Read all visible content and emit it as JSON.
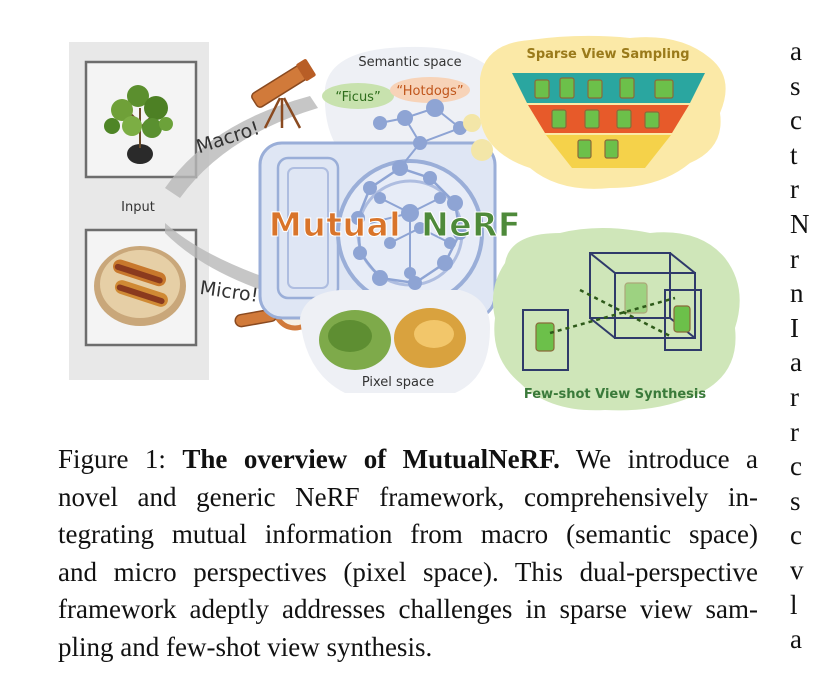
{
  "figure": {
    "input_label": "Input",
    "macro_label": "Macro!",
    "micro_label": "Micro!",
    "semantic_space_label": "Semantic space",
    "pixel_space_label": "Pixel space",
    "ficus_tag": "“Ficus”",
    "hotdogs_tag": "“Hotdogs”",
    "title_part1": "Mutual",
    "title_part2": "NeRF",
    "sparse_view_label": "Sparse View Sampling",
    "few_shot_label": "Few-shot View Synthesis",
    "colors": {
      "orange": "#d9742a",
      "green": "#4e8a3a",
      "blue_robot": "#9aaed8",
      "sparse_bg": "#fbe9a7",
      "fewshot_bg": "#cfe6b9"
    }
  },
  "caption": {
    "prefix": "Figure 1: ",
    "bold": "The overview of MutualNeRF.",
    "line1_rest": " We introduce a",
    "line2": "novel and generic NeRF framework, comprehensively in-",
    "line3": "tegrating mutual information from macro (semantic space)",
    "line4": "and micro perspectives (pixel space). This dual-perspective",
    "line5": "framework adeptly addresses challenges in sparse view sam-",
    "line6": "pling and few-shot view synthesis."
  },
  "right_column": [
    "a",
    "s",
    "c",
    "t",
    "r",
    "N",
    "r",
    "n",
    "I",
    "a",
    "r",
    "r",
    "c",
    "s",
    "c",
    "v",
    "l",
    "a"
  ]
}
